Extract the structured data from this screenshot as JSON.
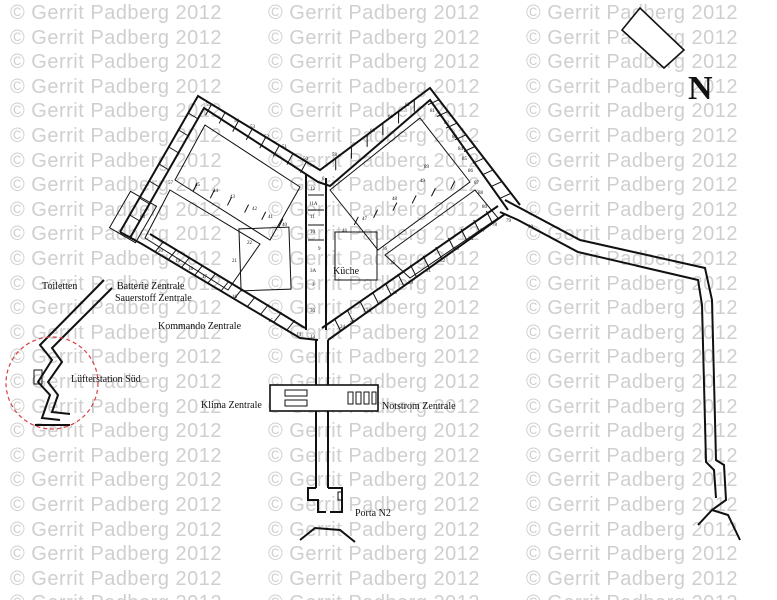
{
  "watermark": {
    "text": "© Gerrit Padberg 2012",
    "color": "#cfcfcf"
  },
  "north": {
    "letter": "N"
  },
  "labels": {
    "toiletten": "Toiletten",
    "batterie": "Batterie Zentrale",
    "sauerstoff": "Sauerstoff Zentrale",
    "kommando": "Kommando Zentrale",
    "kueche": "Küche",
    "luefter": "Lüfterstation Süd",
    "klima": "Klima Zentrale",
    "notstrom": "Notstrom Zentrale",
    "porta": "Porta N2"
  },
  "room_numbers": {
    "r68": "68",
    "r20": "20",
    "r19": "19",
    "r18": "18",
    "r17": "17",
    "r16": "16",
    "r15": "15",
    "r14": "14",
    "r13": "13",
    "r30": "30",
    "r3a": "3A",
    "r3": "3",
    "r12": "12",
    "r11a": "11A",
    "r11": "11",
    "r10": "10",
    "r9": "9",
    "r8": "8",
    "r45": "45",
    "r44": "44",
    "r43": "43",
    "r42": "42",
    "r41": "41",
    "r40": "40",
    "r50": "50",
    "r51": "51",
    "r52": "52",
    "r53": "53",
    "r54": "54",
    "r55": "55",
    "r57": "57",
    "r58": "58",
    "r59": "59",
    "r60": "60",
    "r61": "61",
    "r62": "62",
    "r22": "22",
    "r21": "21",
    "r46": "46",
    "r47": "47",
    "r48": "48",
    "r49": "49",
    "r36": "36",
    "r35": "35",
    "r24": "24",
    "r25": "25",
    "r26": "26",
    "r27": "27",
    "r28": "28",
    "r29": "29",
    "r31": "31",
    "r32": "32",
    "r33": "33",
    "r34": "34",
    "r77": "77",
    "r78": "78",
    "r79": "79",
    "r80": "80",
    "r81": "81",
    "r82": "82",
    "r83": "83",
    "r84": "84",
    "r85": "85",
    "r86": "86",
    "r87": "87",
    "r88": "88",
    "r89": "89",
    "r90": "90"
  },
  "circle_color": "#d94040"
}
